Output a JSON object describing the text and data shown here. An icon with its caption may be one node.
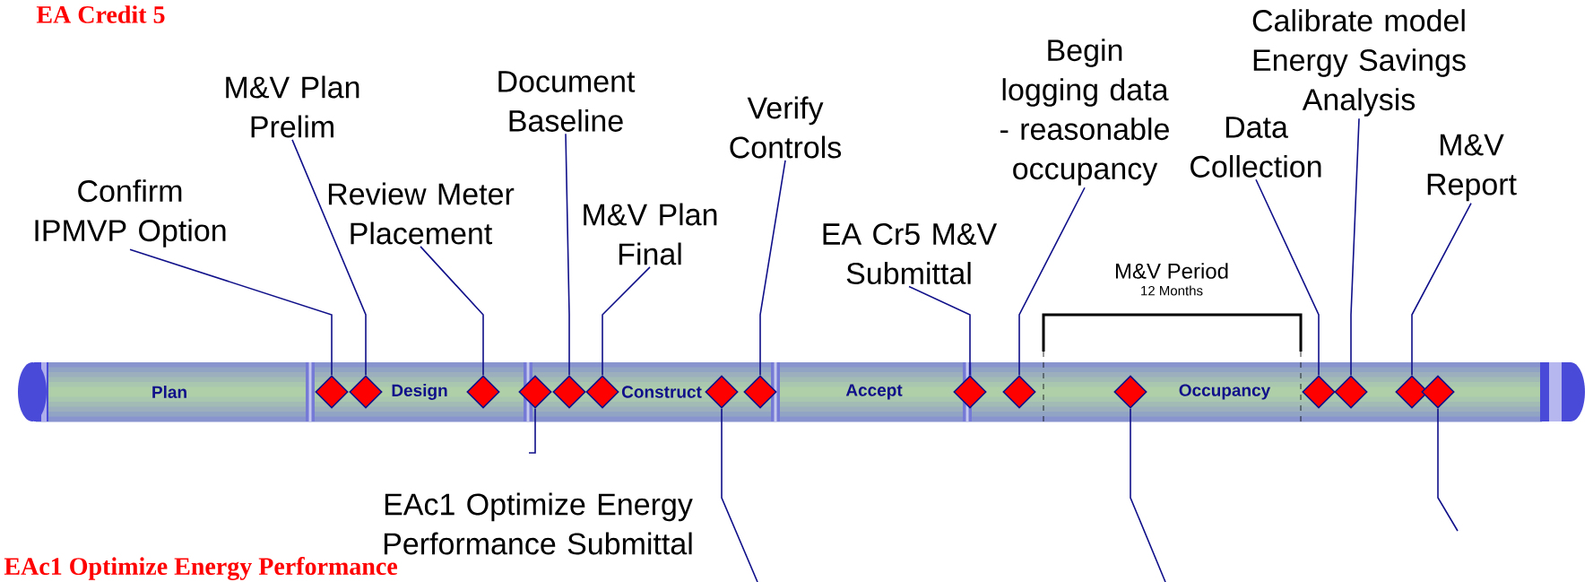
{
  "diagram": {
    "nodes": [
      {
        "text": [
          "Plan"
        ]
      },
      {
        "text": [
          "Design"
        ]
      },
      {
        "text": [
          "Construct"
        ]
      },
      {
        "text": [
          "Accept"
        ]
      },
      {
        "text": [
          "Occupancy"
        ]
      },
      {
        "text": [
          "Confirm IPMVP Option"
        ]
      },
      {
        "text": [
          "M&V Plan Prelim"
        ]
      },
      {
        "text": [
          "Review Meter Placement"
        ]
      },
      {
        "text": [
          "Document Baseline"
        ]
      },
      {
        "text": [
          "M&V Plan Final"
        ]
      },
      {
        "text": [
          "Verify Controls"
        ]
      },
      {
        "text": [
          "EA Cr5 M&V Submittal"
        ]
      },
      {
        "text": [
          "Begin logging data - reasonable occupancy"
        ]
      },
      {
        "text": [
          "Data Collection"
        ]
      },
      {
        "text": [
          "Calibrate model Energy Savings Analysis"
        ]
      },
      {
        "text": [
          "M&V Report"
        ]
      },
      {
        "text": [],
        "shape": "diamond"
      },
      {
        "text": [],
        "shape": "diamond"
      },
      {
        "text": [],
        "shape": "diamond"
      },
      {
        "text": [],
        "shape": "diamond"
      },
      {
        "text": [],
        "shape": "diamond"
      },
      {
        "text": [],
        "shape": "diamond"
      },
      {
        "text": [],
        "shape": "diamond"
      },
      {
        "text": [],
        "shape": "diamond"
      },
      {
        "text": [],
        "shape": "diamond"
      },
      {
        "text": [],
        "shape": "diamond"
      },
      {
        "text": [],
        "shape": "diamond"
      },
      {
        "text": [],
        "shape": "diamond"
      },
      {
        "text": [],
        "shape": "diamond"
      },
      {
        "text": [],
        "shape": "diamond"
      },
      {
        "text": [],
        "shape": "diamond"
      }
    ],
    "edges": [
      {
        "from": 5,
        "to": 16,
        "arrow": "none"
      },
      {
        "from": 6,
        "to": 17,
        "arrow": "none"
      },
      {
        "from": 7,
        "to": 18,
        "arrow": "none"
      },
      {
        "from": 8,
        "to": 20,
        "arrow": "none"
      },
      {
        "from": 9,
        "to": 21,
        "arrow": "none"
      },
      {
        "from": 10,
        "to": 23,
        "arrow": "none"
      },
      {
        "from": 11,
        "to": 24,
        "arrow": "none"
      },
      {
        "from": 12,
        "to": 25,
        "arrow": "none"
      },
      {
        "from": 13,
        "to": 27,
        "arrow": "none"
      },
      {
        "from": 14,
        "to": 28,
        "arrow": "none"
      },
      {
        "from": 15,
        "to": 29,
        "arrow": "none"
      },
      {
        "from": 19,
        "to": null,
        "arrow": "none"
      },
      {
        "from": 22,
        "to": null,
        "arrow": "none"
      },
      {
        "from": 26,
        "to": null,
        "arrow": "none"
      },
      {
        "from": 30,
        "to": null,
        "arrow": "none"
      }
    ],
    "labels": [
      "EA Credit 5",
      "M&V Period",
      "12 Months",
      "EAc1 Optimize Energy Performance Submittal",
      "EAc1 Optimize Energy Performance"
    ]
  }
}
